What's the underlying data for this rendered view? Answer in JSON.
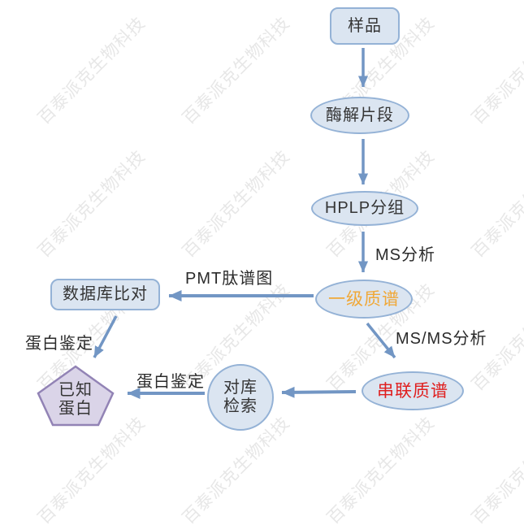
{
  "watermark": {
    "text": "百泰派克生物科技"
  },
  "colors": {
    "node_fill": "#DBE5F1",
    "node_border": "#94B2D6",
    "arrow": "#7296C4",
    "text": "#353535",
    "ms1_text": "#F0A838",
    "ms2_text": "#E01F1F",
    "pentagon_fill": "#DAD4E8",
    "pentagon_border": "#9283B5",
    "watermark": "#E7E7E7"
  },
  "flowchart": {
    "nodes": {
      "sample": {
        "label": "样品"
      },
      "digest": {
        "label": "酶解片段"
      },
      "hplp": {
        "label": "HPLP分组"
      },
      "ms1": {
        "label": "一级质谱"
      },
      "db_compare": {
        "label": "数据库比对"
      },
      "ms2": {
        "label": "串联质谱"
      },
      "search": {
        "label": "对库\n检索"
      },
      "known_protein": {
        "label": "已知\n蛋白"
      }
    },
    "edge_labels": {
      "ms_analysis": "MS分析",
      "pmt": "PMT肽谱图",
      "msms_analysis": "MS/MS分析",
      "protein_id_left": "蛋白鉴定",
      "protein_id_bottom": "蛋白鉴定"
    }
  }
}
